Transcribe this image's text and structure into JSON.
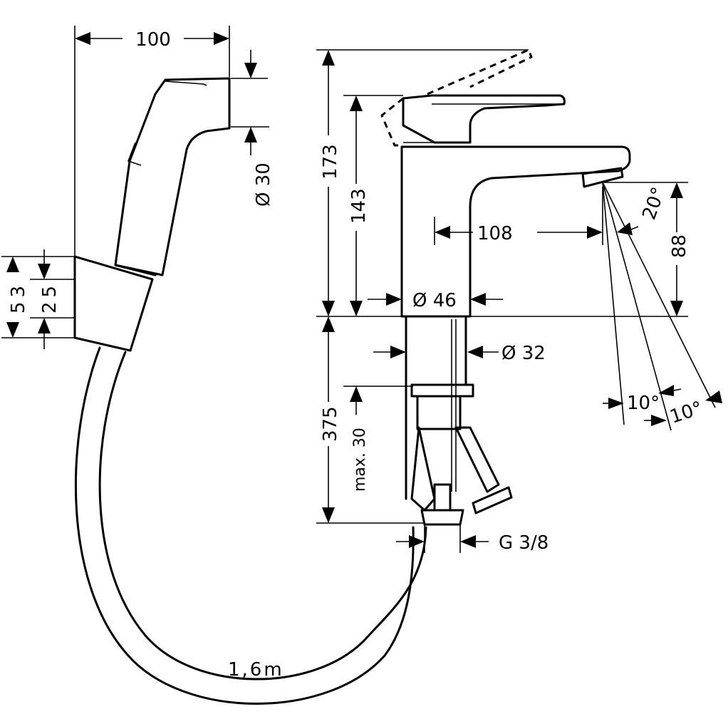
{
  "dimensions": {
    "handshower_width": "100",
    "handshower_diameter": "Ø 30",
    "holder_height": "53",
    "holder_inner": "25",
    "hose_length": "1,6m",
    "height_max": "173",
    "height_spout": "143",
    "spout_reach": "108",
    "spout_clearance": "88",
    "spray_angle": "20°",
    "body_diameter": "Ø 46",
    "shank_diameter": "Ø 32",
    "shank_length": "375",
    "max_thickness": "max. 30",
    "connection": "G 3/8",
    "tilt_angle_1": "10°",
    "tilt_angle_2": "10°"
  }
}
